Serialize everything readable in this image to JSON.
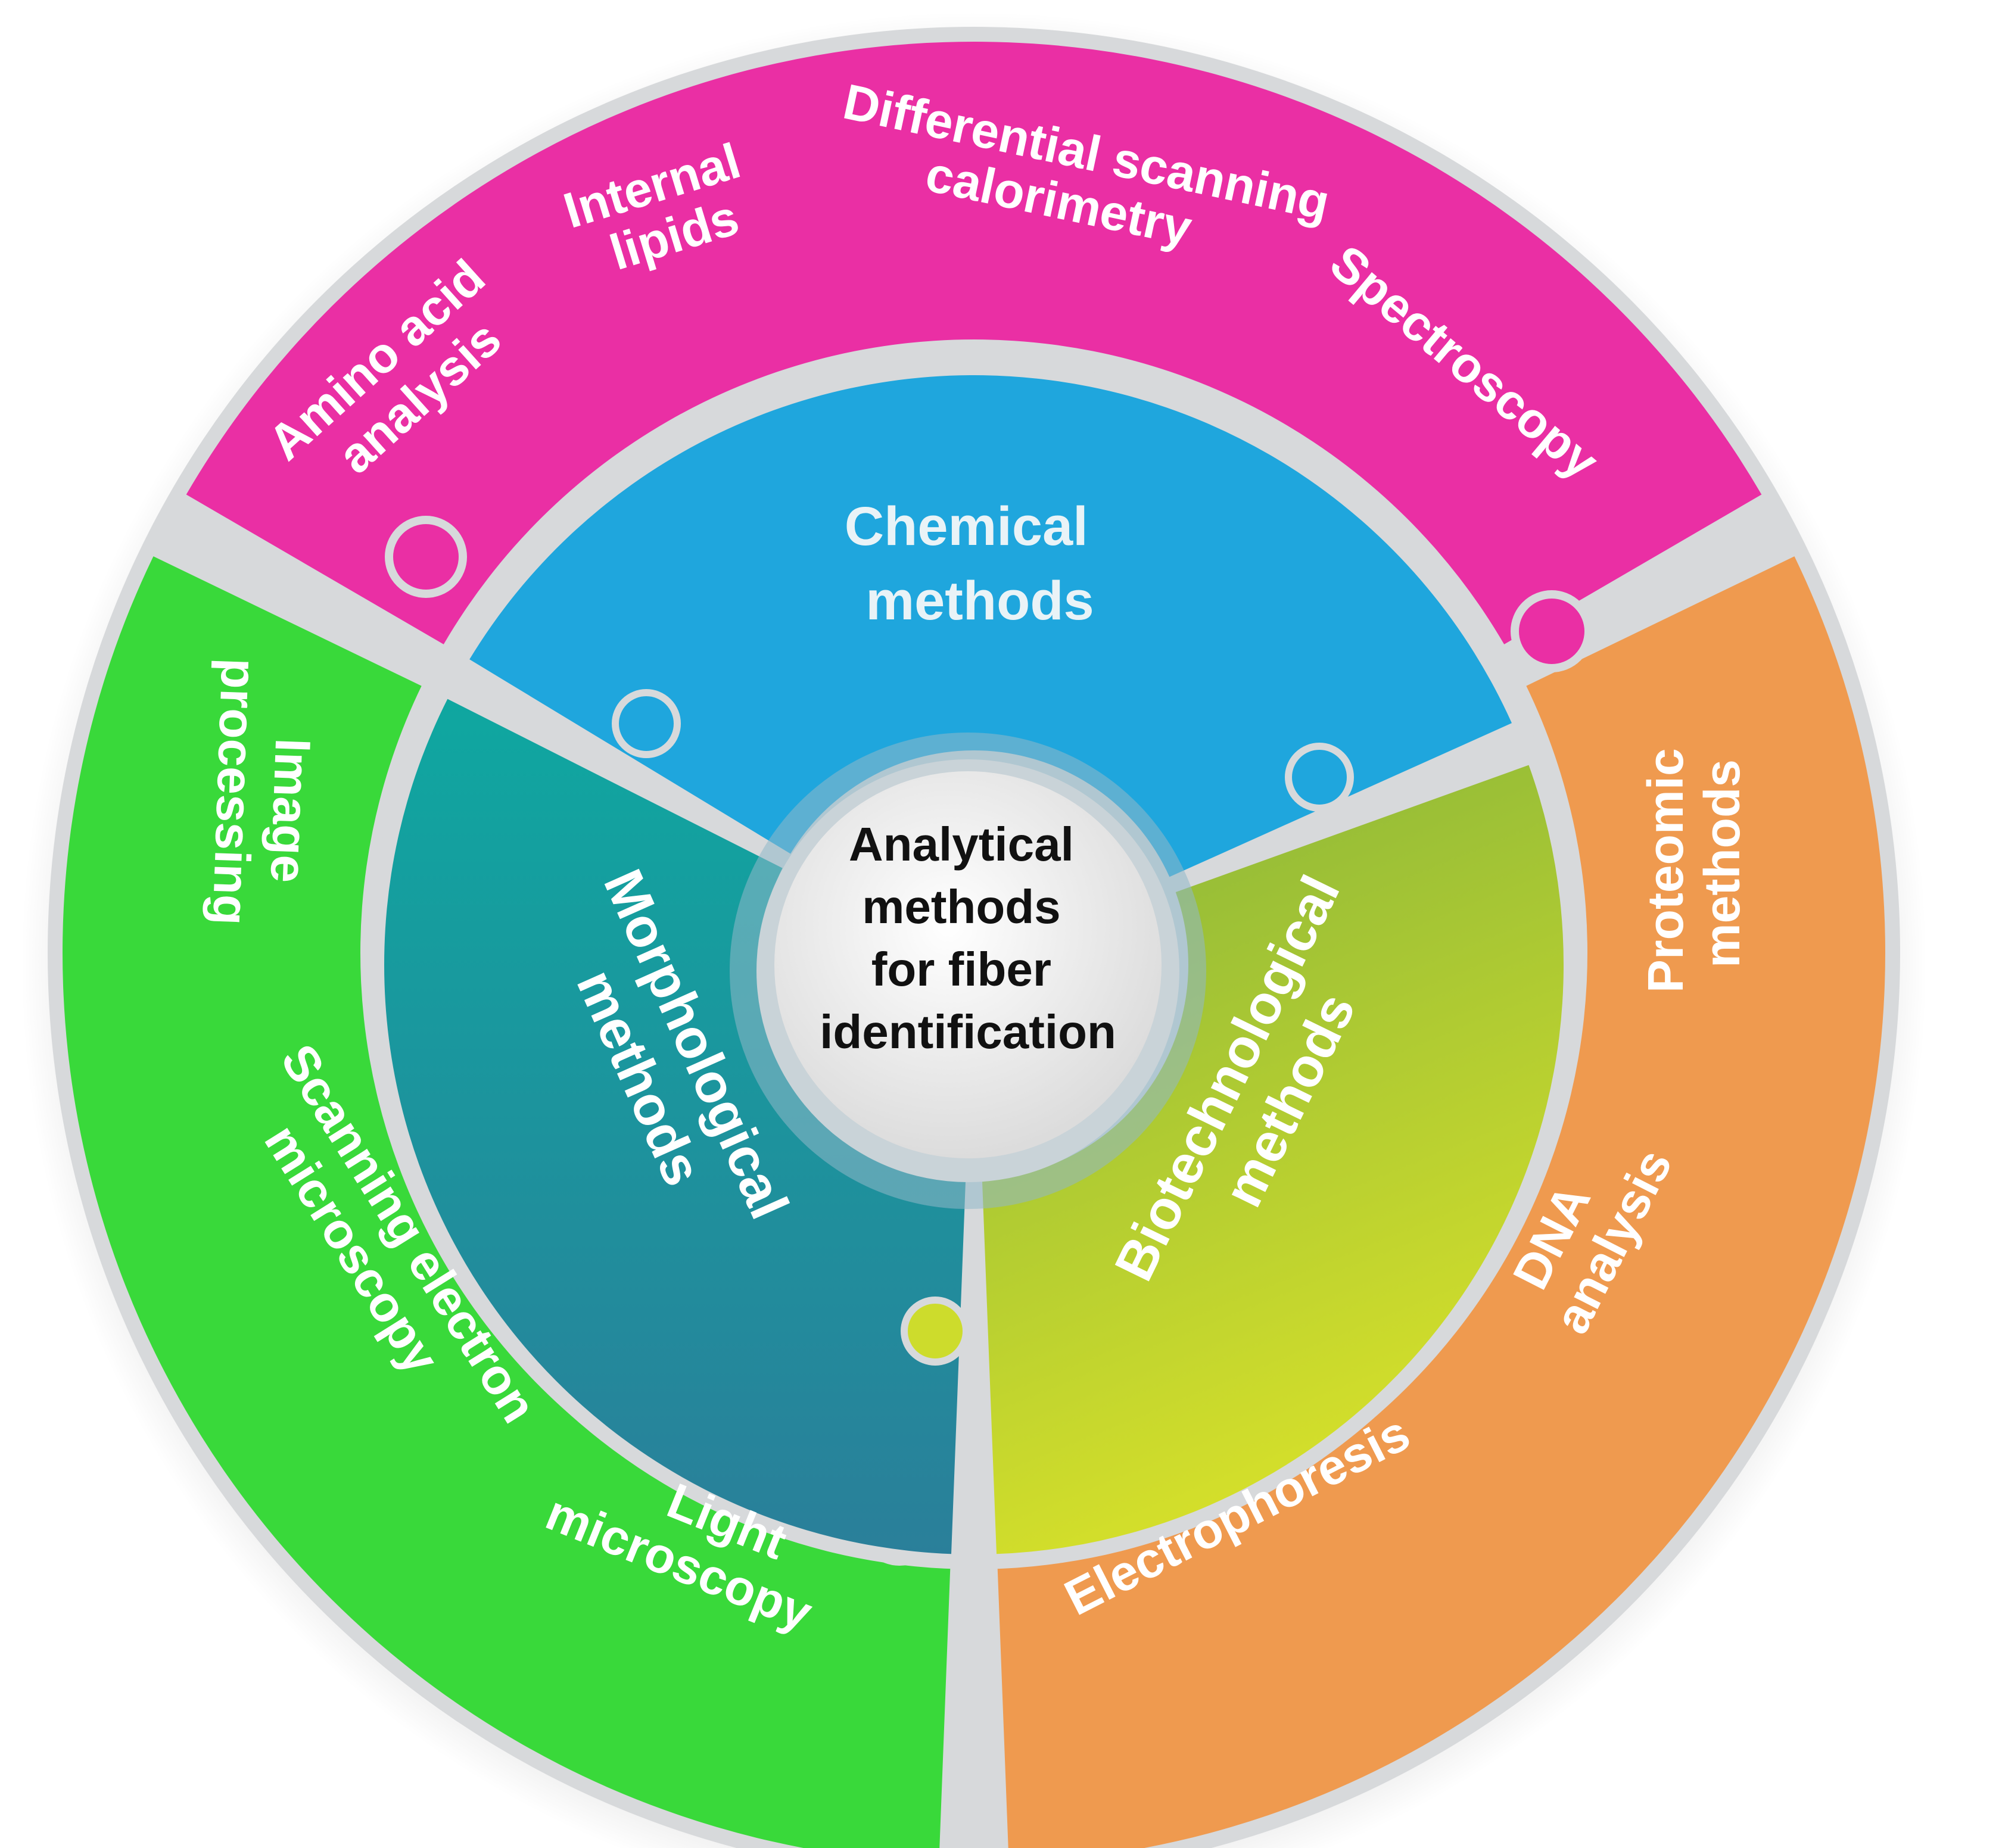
{
  "center": {
    "lines": [
      "Analytical",
      "methods",
      "for fiber",
      "identification"
    ]
  },
  "inner_segments": [
    {
      "id": "chemical",
      "lines": [
        "Chemical",
        "methods"
      ]
    },
    {
      "id": "morphological",
      "lines": [
        "Morphological",
        "methods"
      ]
    },
    {
      "id": "biotechnological",
      "lines": [
        "Biotechnological",
        "methods"
      ]
    }
  ],
  "outer_segments": [
    {
      "id": "chemical-ring",
      "items": [
        {
          "lines": [
            "Amino acid",
            "analysis"
          ]
        },
        {
          "lines": [
            "Internal",
            "lipids"
          ]
        },
        {
          "lines": [
            "Differential scanning",
            "calorimetry"
          ]
        },
        {
          "lines": [
            "Spectroscopy"
          ]
        }
      ]
    },
    {
      "id": "morphological-ring",
      "items": [
        {
          "lines": [
            "Image",
            "processing"
          ]
        },
        {
          "lines": [
            "Scanning electron",
            "microscopy"
          ]
        },
        {
          "lines": [
            "Light",
            "microscopy"
          ]
        }
      ]
    },
    {
      "id": "biotechnological-ring",
      "items": [
        {
          "lines": [
            "Proteomic",
            "methods"
          ]
        },
        {
          "lines": [
            "DNA",
            "analysis"
          ]
        },
        {
          "lines": [
            "Electrophoresis"
          ]
        }
      ]
    }
  ],
  "colors": {
    "pink": "#ea2fa4",
    "green": "#39d93a",
    "orange": "#ef9a4f",
    "blue": "#1fa6dd",
    "teal": "#168a93",
    "lime": "#9cc63a",
    "center": "#efefef",
    "ring": "#d7d9db"
  }
}
